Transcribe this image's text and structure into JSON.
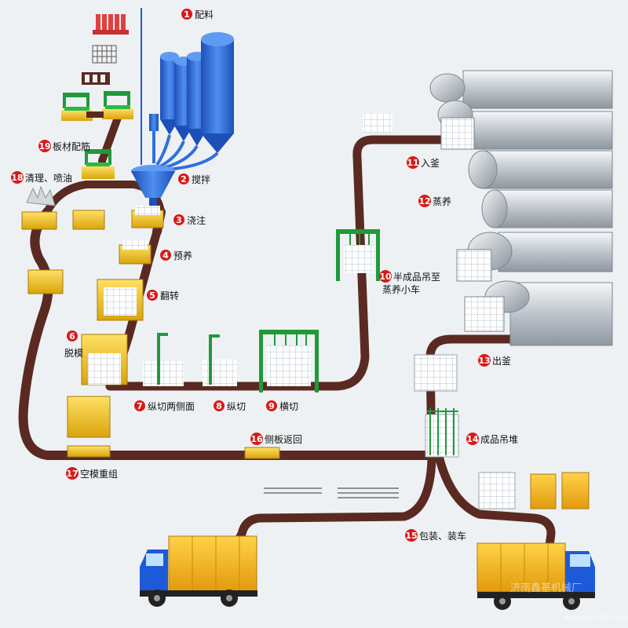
{
  "steps": [
    {
      "num": "1",
      "label": "配料"
    },
    {
      "num": "2",
      "label": "搅拌"
    },
    {
      "num": "3",
      "label": "浇注"
    },
    {
      "num": "4",
      "label": "预养"
    },
    {
      "num": "5",
      "label": "翻转"
    },
    {
      "num": "6",
      "label": "脱模"
    },
    {
      "num": "7",
      "label": "纵切两侧面"
    },
    {
      "num": "8",
      "label": "纵切"
    },
    {
      "num": "9",
      "label": "横切"
    },
    {
      "num": "10",
      "label": "半成品吊至",
      "label2": "蒸养小车"
    },
    {
      "num": "11",
      "label": "入釜"
    },
    {
      "num": "12",
      "label": "蒸养"
    },
    {
      "num": "13",
      "label": "出釜"
    },
    {
      "num": "14",
      "label": "成品吊堆"
    },
    {
      "num": "15",
      "label": "包装、装车"
    },
    {
      "num": "16",
      "label": "侧板返回"
    },
    {
      "num": "17",
      "label": "空模重组"
    },
    {
      "num": "18",
      "label": "清理、喷油"
    },
    {
      "num": "19",
      "label": "板材配筋"
    }
  ],
  "watermark": {
    "line1": "济南鑫基机械厂",
    "line2": "www.hc360.com"
  },
  "colors": {
    "track": "#5a2a22",
    "mold": "#f2c21a",
    "mold_dark": "#c99a0a",
    "silo": "#2f6fe0",
    "frame": "#1e9a3a",
    "badge": "#d91a1a",
    "autoclave": "#c9cfd6",
    "truck_cab": "#1e5ad8",
    "truck_box": "#f2b21a"
  }
}
